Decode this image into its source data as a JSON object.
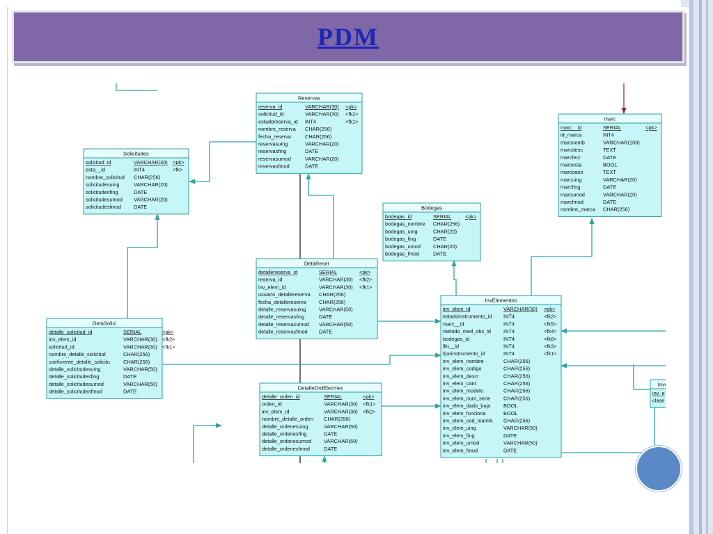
{
  "slide": {
    "title": "PDM"
  },
  "colors": {
    "title_bar": "#7f67a8",
    "title_text": "#1d26b8",
    "entity_fill": "#c6f6f8",
    "entity_border": "#2d9ea0",
    "link": "#2aa7a0",
    "deco_circle": "#5b89c8"
  },
  "entities": [
    {
      "id": "reservas",
      "name": "Reservas",
      "columns": [
        {
          "name": "reserva_id",
          "type": "VARCHAR(30)",
          "key": "<pk>",
          "pk": true
        },
        {
          "name": "solicitud_id",
          "type": "VARCHAR(30)",
          "key": "<fk2>"
        },
        {
          "name": "estadoreserva_id",
          "type": "INT4",
          "key": "<fk1>"
        },
        {
          "name": "nombre_reserva",
          "type": "CHAR(256)",
          "key": ""
        },
        {
          "name": "fecha_reserva",
          "type": "CHAR(256)",
          "key": ""
        },
        {
          "name": "reservasuing",
          "type": "VARCHAR(20)",
          "key": ""
        },
        {
          "name": "reservasfing",
          "type": "DATE",
          "key": ""
        },
        {
          "name": "reservasumod",
          "type": "VARCHAR(20)",
          "key": ""
        },
        {
          "name": "reservasfmod",
          "type": "DATE",
          "key": ""
        }
      ]
    },
    {
      "id": "solicitudes",
      "name": "Solicitudes",
      "columns": [
        {
          "name": "solicitud_id",
          "type": "VARCHAR(30)",
          "key": "<pk>",
          "pk": true
        },
        {
          "name": "esta__id",
          "type": "INT4",
          "key": "<fk>"
        },
        {
          "name": "nombre_solicitud",
          "type": "CHAR(256)",
          "key": ""
        },
        {
          "name": "solicitudesuing",
          "type": "VARCHAR(20)",
          "key": ""
        },
        {
          "name": "solicitudesfing",
          "type": "DATE",
          "key": ""
        },
        {
          "name": "solicitudesumod",
          "type": "VARCHAR(20)",
          "key": ""
        },
        {
          "name": "solicitudesfmod",
          "type": "DATE",
          "key": ""
        }
      ]
    },
    {
      "id": "marc",
      "name": "marc",
      "columns": [
        {
          "name": "marc__id",
          "type": "SERIAL",
          "key": "<pk>",
          "pk": true
        },
        {
          "name": "id_marca",
          "type": "INT4",
          "key": ""
        },
        {
          "name": "marcnomb",
          "type": "VARCHAR(100)",
          "key": ""
        },
        {
          "name": "marcdesc",
          "type": "TEXT",
          "key": ""
        },
        {
          "name": "marcfecr",
          "type": "DATE",
          "key": ""
        },
        {
          "name": "marcesta",
          "type": "BOOL",
          "key": ""
        },
        {
          "name": "marcoaes",
          "type": "TEXT",
          "key": ""
        },
        {
          "name": "marcuing",
          "type": "VARCHAR(20)",
          "key": ""
        },
        {
          "name": "marcfing",
          "type": "DATE",
          "key": ""
        },
        {
          "name": "marcumod",
          "type": "VARCHAR(20)",
          "key": ""
        },
        {
          "name": "marcfmod",
          "type": "DATE",
          "key": ""
        },
        {
          "name": "nombre_marca",
          "type": "CHAR(256)",
          "key": ""
        }
      ]
    },
    {
      "id": "bodegas",
      "name": "Bodegas",
      "columns": [
        {
          "name": "bodegas_id",
          "type": "SERIAL",
          "key": "<pk>",
          "pk": true
        },
        {
          "name": "bodegas_nombre",
          "type": "CHAR(256)",
          "key": ""
        },
        {
          "name": "bodegas_uing",
          "type": "CHAR(20)",
          "key": ""
        },
        {
          "name": "bodegas_fing",
          "type": "DATE",
          "key": ""
        },
        {
          "name": "bodegas_umod",
          "type": "CHAR(20)",
          "key": ""
        },
        {
          "name": "bodegas_fmod",
          "type": "DATE",
          "key": ""
        }
      ]
    },
    {
      "id": "detareser",
      "name": "DetaReser",
      "columns": [
        {
          "name": "detallereserva_id",
          "type": "SERIAL",
          "key": "<pk>",
          "pk": true
        },
        {
          "name": "reserva_id",
          "type": "VARCHAR(30)",
          "key": "<fk2>"
        },
        {
          "name": "inv_elem_id",
          "type": "VARCHAR(30)",
          "key": "<fk1>"
        },
        {
          "name": "usuario_detallereserva",
          "type": "CHAR(256)",
          "key": ""
        },
        {
          "name": "fecha_detallereserva",
          "type": "CHAR(256)",
          "key": ""
        },
        {
          "name": "detalle_reservasuing",
          "type": "VARCHAR(50)",
          "key": ""
        },
        {
          "name": "detalle_reservasfing",
          "type": "DATE",
          "key": ""
        },
        {
          "name": "detalle_reservasumod",
          "type": "VARCHAR(50)",
          "key": ""
        },
        {
          "name": "detalle_reservasfmod",
          "type": "DATE",
          "key": ""
        }
      ]
    },
    {
      "id": "invelementos",
      "name": "InvElementos",
      "columns": [
        {
          "name": "inv_elem_id",
          "type": "VARCHAR(30)",
          "key": "<pk>",
          "pk": true
        },
        {
          "name": "estadoinstrumento_id",
          "type": "INT4",
          "key": "<fk2>"
        },
        {
          "name": "marc__id",
          "type": "INT4",
          "key": "<fk5>"
        },
        {
          "name": "metodo_med_obs_id",
          "type": "INT4",
          "key": "<fk4>"
        },
        {
          "name": "bodegas_id",
          "type": "INT4",
          "key": "<fk6>"
        },
        {
          "name": "llln__id",
          "type": "INT4",
          "key": "<fk3>"
        },
        {
          "name": "tipoinstrumento_id",
          "type": "INT4",
          "key": "<fk1>"
        },
        {
          "name": "inv_elem_nombre",
          "type": "CHAR(256)",
          "key": ""
        },
        {
          "name": "inv_elem_codigo",
          "type": "CHAR(256)",
          "key": ""
        },
        {
          "name": "inv_elem_descr",
          "type": "CHAR(256)",
          "key": ""
        },
        {
          "name": "inv_elem_cant",
          "type": "CHAR(256)",
          "key": ""
        },
        {
          "name": "inv_elem_modelo",
          "type": "CHAR(256)",
          "key": ""
        },
        {
          "name": "inv_elem_num_serie",
          "type": "CHAR(256)",
          "key": ""
        },
        {
          "name": "inv_elem_dado_baja",
          "type": "BOOL",
          "key": ""
        },
        {
          "name": "inv_elem_funciona",
          "type": "BOOL",
          "key": ""
        },
        {
          "name": "inv_elem_cod_inamhi",
          "type": "CHAR(256)",
          "key": ""
        },
        {
          "name": "inv_elem_uing",
          "type": "VARCHAR(50)",
          "key": ""
        },
        {
          "name": "inv_elem_fing",
          "type": "DATE",
          "key": ""
        },
        {
          "name": "inv_elem_umod",
          "type": "VARCHAR(50)",
          "key": ""
        },
        {
          "name": "inv_elem_fmod",
          "type": "DATE",
          "key": ""
        }
      ]
    },
    {
      "id": "detasolici",
      "name": "DetaSolici",
      "columns": [
        {
          "name": "detalle_solicitud_id",
          "type": "SERIAL",
          "key": "<pk>",
          "pk": true
        },
        {
          "name": "inv_elem_id",
          "type": "VARCHAR(30)",
          "key": "<fk2>"
        },
        {
          "name": "solicitud_id",
          "type": "VARCHAR(30)",
          "key": "<fk1>"
        },
        {
          "name": "nombre_detalle_solicitud",
          "type": "CHAR(256)",
          "key": ""
        },
        {
          "name": "coeficiente_detalle_solicitu",
          "type": "CHAR(256)",
          "key": ""
        },
        {
          "name": "detalle_solicitudesuing",
          "type": "VARCHAR(50)",
          "key": ""
        },
        {
          "name": "detalle_solicitudesfing",
          "type": "DATE",
          "key": ""
        },
        {
          "name": "detalle_solicitudesumod",
          "type": "VARCHAR(50)",
          "key": ""
        },
        {
          "name": "detalle_solicitudesfmod",
          "type": "DATE",
          "key": ""
        }
      ]
    },
    {
      "id": "detalleordelecmec",
      "name": "DetalleOrdElecmec",
      "columns": [
        {
          "name": "detalle_orden_id",
          "type": "SERIAL",
          "key": "<pk>",
          "pk": true
        },
        {
          "name": "orden_id",
          "type": "VARCHAR(30)",
          "key": "<fk1>"
        },
        {
          "name": "inv_elem_id",
          "type": "VARCHAR(30)",
          "key": "<fk2>"
        },
        {
          "name": "nombre_detalle_orden",
          "type": "CHAR(256)",
          "key": ""
        },
        {
          "name": "detalle_ordenesuing",
          "type": "VARCHAR(50)",
          "key": ""
        },
        {
          "name": "detalle_ordenesfing",
          "type": "DATE",
          "key": ""
        },
        {
          "name": "detalle_ordenesumod",
          "type": "VARCHAR(50)",
          "key": ""
        },
        {
          "name": "detalle_ordenesfmod",
          "type": "DATE",
          "key": ""
        }
      ]
    },
    {
      "id": "inven",
      "name": "Inven",
      "columns": [
        {
          "name": "inv_e",
          "type": "",
          "key": "",
          "pk": true
        },
        {
          "name": "clase",
          "type": "",
          "key": ""
        }
      ]
    }
  ]
}
